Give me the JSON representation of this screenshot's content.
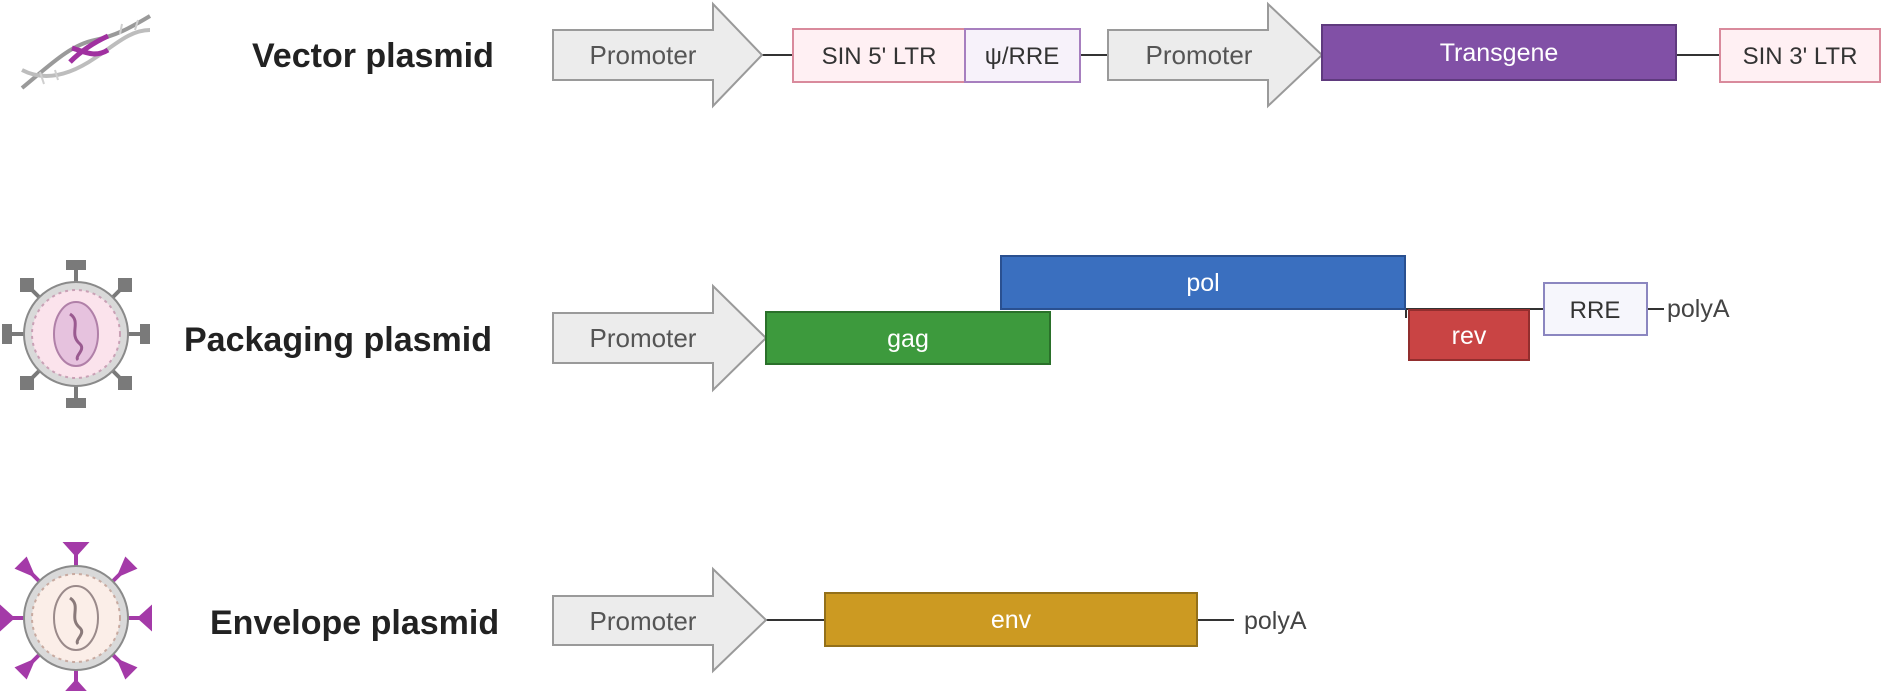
{
  "rows": {
    "vector": {
      "label": "Vector plasmid",
      "promoter1": "Promoter",
      "sin5": "SIN 5' LTR",
      "psi_rre": "ψ/RRE",
      "promoter2": "Promoter",
      "transgene": "Transgene",
      "sin3": "SIN 3' LTR"
    },
    "packaging": {
      "label": "Packaging plasmid",
      "promoter": "Promoter",
      "pol": "pol",
      "gag": "gag",
      "rev": "rev",
      "rre": "RRE",
      "polya": "polyA"
    },
    "envelope": {
      "label": "Envelope plasmid",
      "promoter": "Promoter",
      "env": "env",
      "polya": "polyA"
    }
  },
  "colors": {
    "promoter_fill": "#ececec",
    "promoter_stroke": "#9a9a9a",
    "ltr_fill": "#fff0f3",
    "ltr_stroke": "#d98a9c",
    "psi_fill": "#f7f2fa",
    "psi_stroke": "#a77fbf",
    "transgene": "#8150a6",
    "pol": "#3a6fbf",
    "gag": "#3d9a3d",
    "rev": "#c94444",
    "rre_fill": "#f6f6fc",
    "rre_stroke": "#8b86c0",
    "env": "#cc9a22",
    "dna_purple": "#a030a0",
    "virus_spike_gray": "#7a7a7a",
    "virus_spike_purple": "#a43aa8"
  },
  "icons": [
    "dna-helix-icon",
    "virus-gray-icon",
    "virus-purple-icon"
  ]
}
